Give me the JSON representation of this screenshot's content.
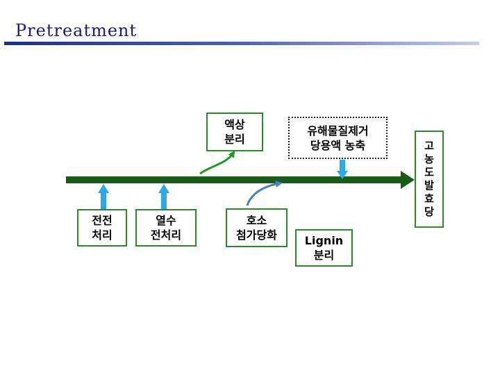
{
  "slide": {
    "title": "Pretreatment"
  },
  "boxes": {
    "liquid_separation": [
      "액상",
      "분리"
    ],
    "inhibitor_removal": [
      "유해물질제거",
      "당용액 농축"
    ],
    "pre_treatment": [
      "전전",
      "처리"
    ],
    "hydrothermal": [
      "열수",
      "전처리"
    ],
    "enzyme": [
      "호소",
      "첨가당화"
    ],
    "lignin": [
      "Lignin",
      "분리"
    ],
    "high_conc": [
      "고",
      "농",
      "도",
      "발",
      "효",
      "당"
    ]
  },
  "colors": {
    "main_arrow": "#1a5a1a",
    "up_arrows": "#2da8e6",
    "green_curve": "#1e9a1e",
    "blue_curve": "#4a80c0",
    "box_border": "#2c8a2c"
  }
}
